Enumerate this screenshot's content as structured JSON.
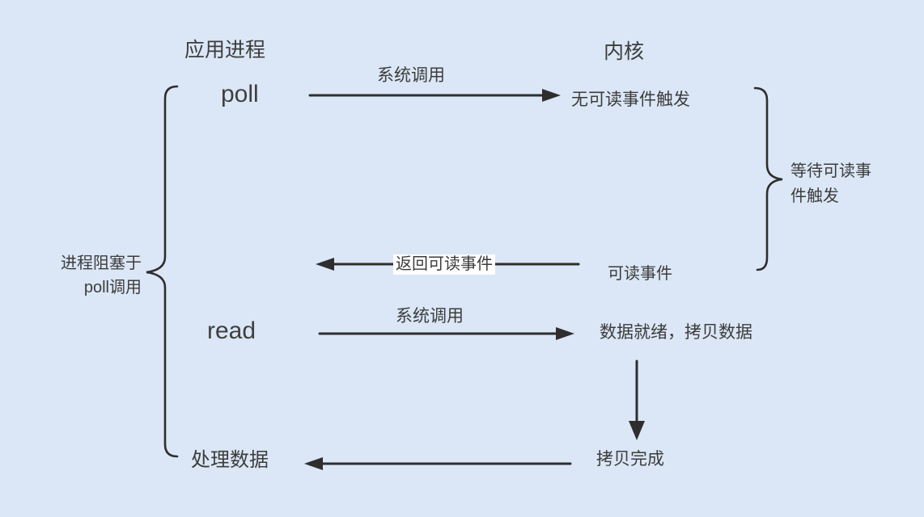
{
  "colors": {
    "background": "#dbe7f6",
    "line": "#2e2e2e",
    "text": "#3c3c3c",
    "highlight_bg": "#ffffff"
  },
  "headers": {
    "app_process": "应用进程",
    "kernel": "内核"
  },
  "nodes": {
    "poll": "poll",
    "no_readable_event": "无可读事件触发",
    "readable_event": "可读事件",
    "read": "read",
    "data_ready": "数据就绪，拷贝数据",
    "copy_done": "拷贝完成",
    "process_data": "处理数据"
  },
  "edge_labels": {
    "poll_syscall": "系统调用",
    "return_readable": "返回可读事件",
    "read_syscall": "系统调用"
  },
  "left_brace_note": {
    "line1": "进程阻塞于",
    "line2": "poll调用"
  },
  "right_brace_note": {
    "line1": "等待可读事",
    "line2": "件触发"
  }
}
